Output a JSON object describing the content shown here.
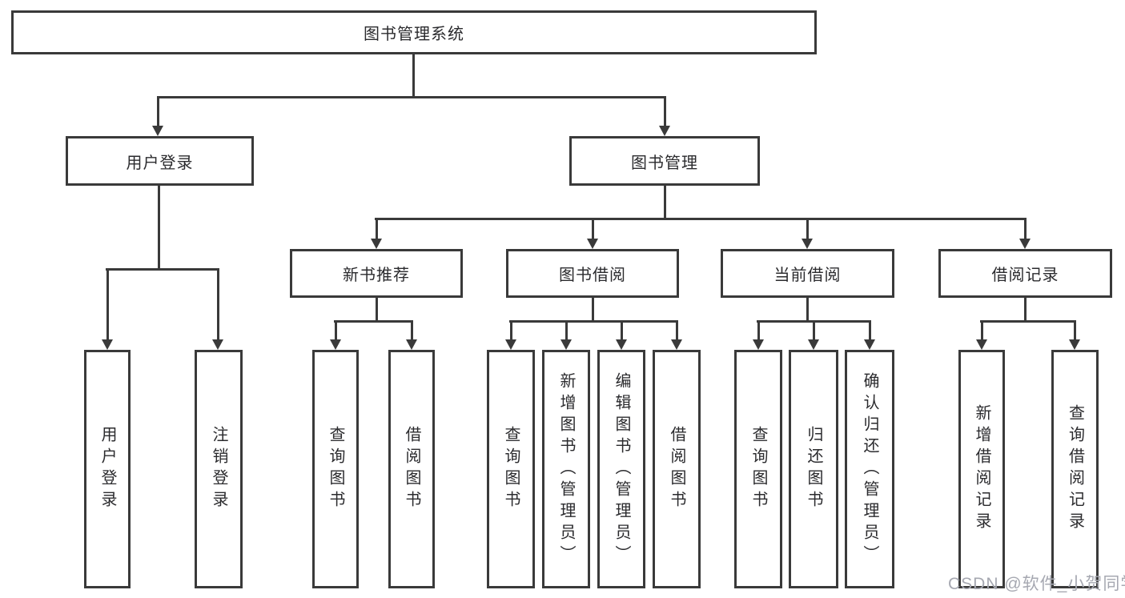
{
  "tree": {
    "root": {
      "label": "图书管理系统",
      "children": [
        {
          "label": "用户登录",
          "children": [
            {
              "label": "用户登录"
            },
            {
              "label": "注销登录"
            }
          ]
        },
        {
          "label": "图书管理",
          "children": [
            {
              "label": "新书推荐",
              "children": [
                {
                  "label": "查询图书"
                },
                {
                  "label": "借阅图书"
                }
              ]
            },
            {
              "label": "图书借阅",
              "children": [
                {
                  "label": "查询图书"
                },
                {
                  "label": "新增图书（管理员）"
                },
                {
                  "label": "编辑图书（管理员）"
                },
                {
                  "label": "借阅图书"
                }
              ]
            },
            {
              "label": "当前借阅",
              "children": [
                {
                  "label": "查询图书"
                },
                {
                  "label": "归还图书"
                },
                {
                  "label": "确认归还（管理员）"
                }
              ]
            },
            {
              "label": "借阅记录",
              "children": [
                {
                  "label": "新增借阅记录"
                },
                {
                  "label": "查询借阅记录"
                }
              ]
            }
          ]
        }
      ]
    }
  },
  "watermark": "CSDN @软件_小贺同学",
  "colors": {
    "line": "#3a3a3a",
    "box_background": "#ffffff",
    "text": "#2b2b2e",
    "watermark": "#a6a8b1"
  }
}
